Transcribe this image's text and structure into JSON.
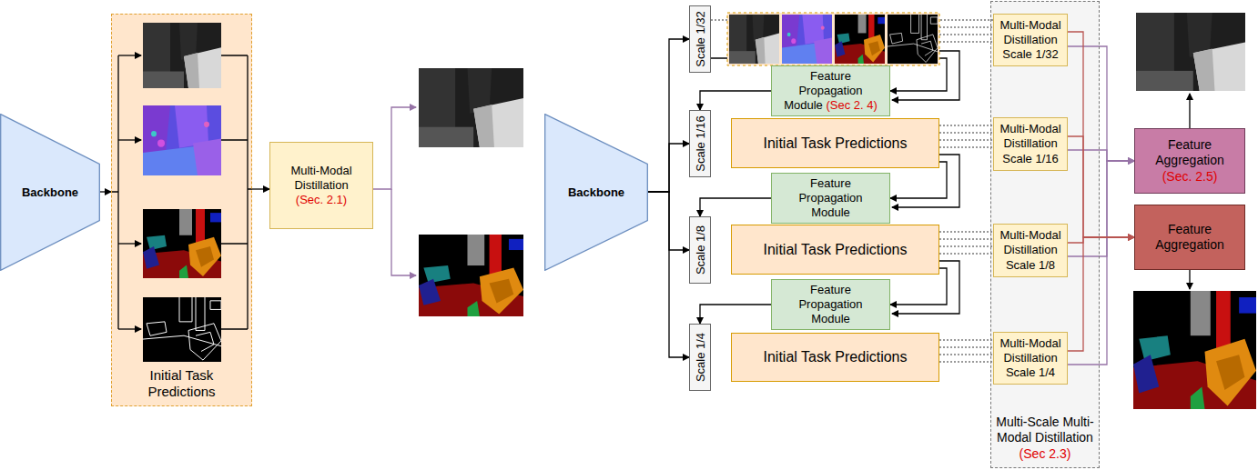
{
  "diagram": {
    "nodes": [
      {
        "text": [
          "Backbone"
        ]
      },
      {
        "text": [
          "Initial Task Predictions"
        ]
      },
      {
        "text": [
          "Multi-Modal Distillation",
          "(Sec. 2.1)"
        ]
      },
      {
        "text": [
          "Backbone"
        ]
      },
      {
        "text": [
          "Scale 1/32"
        ]
      },
      {
        "text": [
          "Feature Propagation Module",
          "(Sec 2. 4)"
        ]
      },
      {
        "text": [
          "Scale 1/16"
        ]
      },
      {
        "text": [
          "Initial Task Predictions"
        ]
      },
      {
        "text": [
          "Feature Propagation Module"
        ]
      },
      {
        "text": [
          "Scale 1/8"
        ]
      },
      {
        "text": [
          "Initial Task Predictions"
        ]
      },
      {
        "text": [
          "Feature Propagation Module"
        ]
      },
      {
        "text": [
          "Scale 1/4"
        ]
      },
      {
        "text": [
          "Initial Task Predictions"
        ]
      },
      {
        "text": [
          "Multi-Scale Multi-Modal Distillation",
          "(Sec 2.3)"
        ]
      },
      {
        "text": [
          "Multi-Modal Distillation Scale 1/32"
        ],
        "in": 14
      },
      {
        "text": [
          "Multi-Modal Distillation Scale 1/16"
        ],
        "in": 14
      },
      {
        "text": [
          "Multi-Modal Distillation Scale 1/8"
        ],
        "in": 14
      },
      {
        "text": [
          "Multi-Modal Distillation Scale 1/4"
        ],
        "in": 14
      },
      {
        "text": [
          "Feature Aggregation",
          "(Sec. 2.5)"
        ]
      },
      {
        "text": [
          "Feature Aggregation"
        ]
      }
    ],
    "edges": [
      {
        "from": 0,
        "to": 1,
        "arrow": "to"
      },
      {
        "from": 1,
        "to": 2,
        "arrow": "to"
      },
      {
        "from": 3,
        "to": 4,
        "arrow": "to"
      },
      {
        "from": 3,
        "to": 6,
        "arrow": "to"
      },
      {
        "from": 3,
        "to": 9,
        "arrow": "to"
      },
      {
        "from": 3,
        "to": 12,
        "arrow": "to"
      },
      {
        "from": 4,
        "to": 5,
        "arrow": "to"
      },
      {
        "from": 5,
        "to": 6,
        "arrow": "to"
      },
      {
        "from": 7,
        "to": 8,
        "arrow": "to"
      },
      {
        "from": 8,
        "to": 9,
        "arrow": "to"
      },
      {
        "from": 10,
        "to": 11,
        "arrow": "to"
      },
      {
        "from": 11,
        "to": 12,
        "arrow": "to"
      },
      {
        "from": 4,
        "to": 15,
        "arrow": "none"
      },
      {
        "from": 7,
        "to": 16,
        "arrow": "none"
      },
      {
        "from": 10,
        "to": 17,
        "arrow": "none"
      },
      {
        "from": 13,
        "to": 18,
        "arrow": "none"
      },
      {
        "from": 15,
        "to": 19,
        "arrow": "to"
      },
      {
        "from": 16,
        "to": 19,
        "arrow": "to"
      },
      {
        "from": 17,
        "to": 19,
        "arrow": "to"
      },
      {
        "from": 18,
        "to": 19,
        "arrow": "to"
      },
      {
        "from": 15,
        "to": 20,
        "arrow": "to"
      },
      {
        "from": 16,
        "to": 20,
        "arrow": "to"
      },
      {
        "from": 17,
        "to": 20,
        "arrow": "to"
      },
      {
        "from": 18,
        "to": 20,
        "arrow": "to"
      }
    ]
  }
}
